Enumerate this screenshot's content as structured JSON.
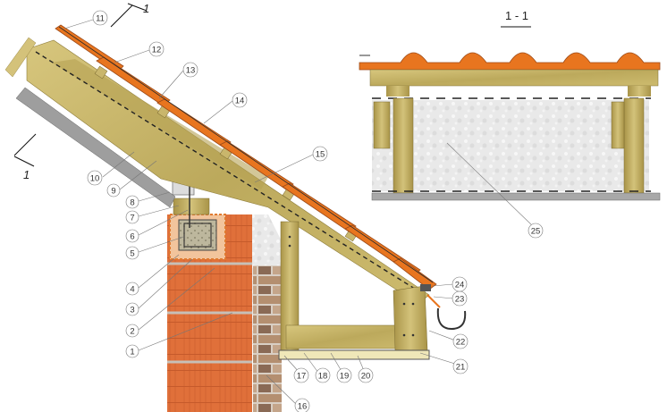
{
  "section_title": "1 - 1",
  "section_mark": "1",
  "callouts": [
    {
      "id": "1",
      "label": "1"
    },
    {
      "id": "2",
      "label": "2"
    },
    {
      "id": "3",
      "label": "3"
    },
    {
      "id": "4",
      "label": "4"
    },
    {
      "id": "5",
      "label": "5"
    },
    {
      "id": "6",
      "label": "6"
    },
    {
      "id": "7",
      "label": "7"
    },
    {
      "id": "8",
      "label": "8"
    },
    {
      "id": "9",
      "label": "9"
    },
    {
      "id": "10",
      "label": "10"
    },
    {
      "id": "11",
      "label": "11"
    },
    {
      "id": "12",
      "label": "12"
    },
    {
      "id": "13",
      "label": "13"
    },
    {
      "id": "14",
      "label": "14"
    },
    {
      "id": "15",
      "label": "15"
    },
    {
      "id": "16",
      "label": "16"
    },
    {
      "id": "17",
      "label": "17"
    },
    {
      "id": "18",
      "label": "18"
    },
    {
      "id": "19",
      "label": "19"
    },
    {
      "id": "20",
      "label": "20"
    },
    {
      "id": "21",
      "label": "21"
    },
    {
      "id": "22",
      "label": "22"
    },
    {
      "id": "23",
      "label": "23"
    },
    {
      "id": "24",
      "label": "24"
    },
    {
      "id": "25",
      "label": "25"
    }
  ],
  "colors": {
    "tile": "#e8751f",
    "tile_dark": "#b2521a",
    "wood": "#c8b56b",
    "wood_dark": "#8f7d3a",
    "brick": "#e0703a",
    "brick_joint": "#c7c0b7",
    "facing_brick": "#b89a7e",
    "insulation": "#e6e6e6",
    "membrane": "#999999",
    "concrete": "#b8b39c",
    "lead": "#333333"
  }
}
